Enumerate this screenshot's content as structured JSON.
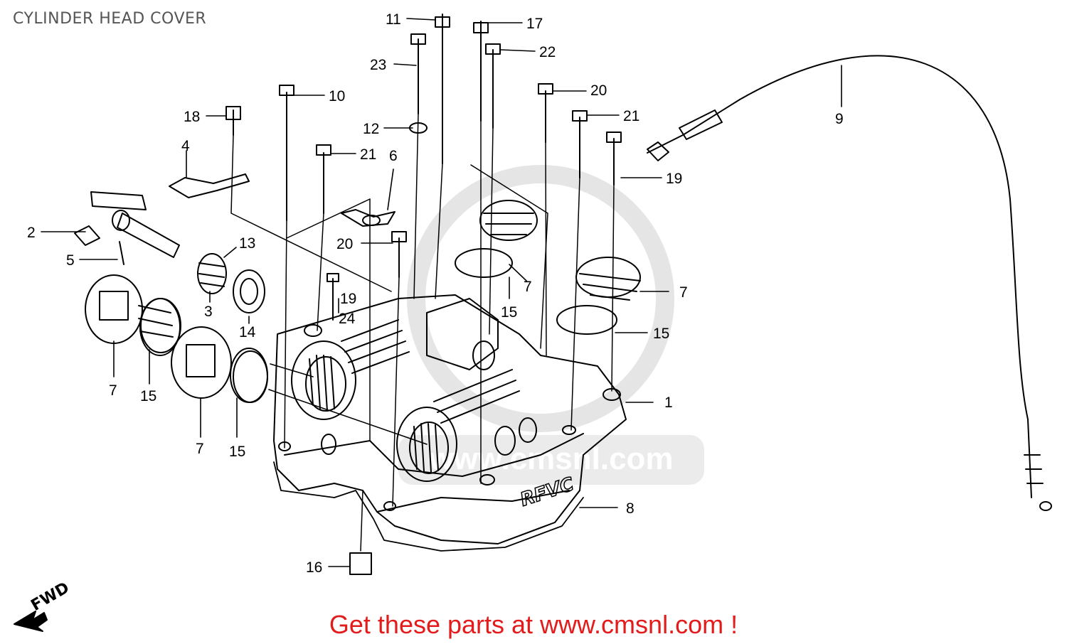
{
  "title": "CYLINDER HEAD COVER",
  "footer": "Get these parts at www.cmsnl.com !",
  "fwd_label": "FWD",
  "cover_marking": "RFVC",
  "watermark_text": "www.cmsnl.com",
  "colors": {
    "line": "#000000",
    "footer": "#e31b1b",
    "title": "#555555",
    "watermark": "#d0d0d0"
  },
  "callouts": [
    {
      "id": "c11",
      "text": "11"
    },
    {
      "id": "c17",
      "text": "17"
    },
    {
      "id": "c22",
      "text": "22"
    },
    {
      "id": "c23",
      "text": "23"
    },
    {
      "id": "c10",
      "text": "10"
    },
    {
      "id": "c20a",
      "text": "20"
    },
    {
      "id": "c21a",
      "text": "21"
    },
    {
      "id": "c18",
      "text": "18"
    },
    {
      "id": "c12",
      "text": "12"
    },
    {
      "id": "c4",
      "text": "4"
    },
    {
      "id": "c21b",
      "text": "21"
    },
    {
      "id": "c6",
      "text": "6"
    },
    {
      "id": "c19a",
      "text": "19"
    },
    {
      "id": "c2",
      "text": "2"
    },
    {
      "id": "c20b",
      "text": "20"
    },
    {
      "id": "c13",
      "text": "13"
    },
    {
      "id": "c5",
      "text": "5"
    },
    {
      "id": "c7a",
      "text": "7"
    },
    {
      "id": "c7b",
      "text": "7"
    },
    {
      "id": "c3",
      "text": "3"
    },
    {
      "id": "c19b",
      "text": "19"
    },
    {
      "id": "c24",
      "text": "24"
    },
    {
      "id": "c15a",
      "text": "15"
    },
    {
      "id": "c15b",
      "text": "15"
    },
    {
      "id": "c14",
      "text": "14"
    },
    {
      "id": "c1",
      "text": "1"
    },
    {
      "id": "c7c",
      "text": "7"
    },
    {
      "id": "c15c",
      "text": "15"
    },
    {
      "id": "c7d",
      "text": "7"
    },
    {
      "id": "c15d",
      "text": "15"
    },
    {
      "id": "c8",
      "text": "8"
    },
    {
      "id": "c16",
      "text": "16"
    },
    {
      "id": "c9",
      "text": "9"
    }
  ]
}
